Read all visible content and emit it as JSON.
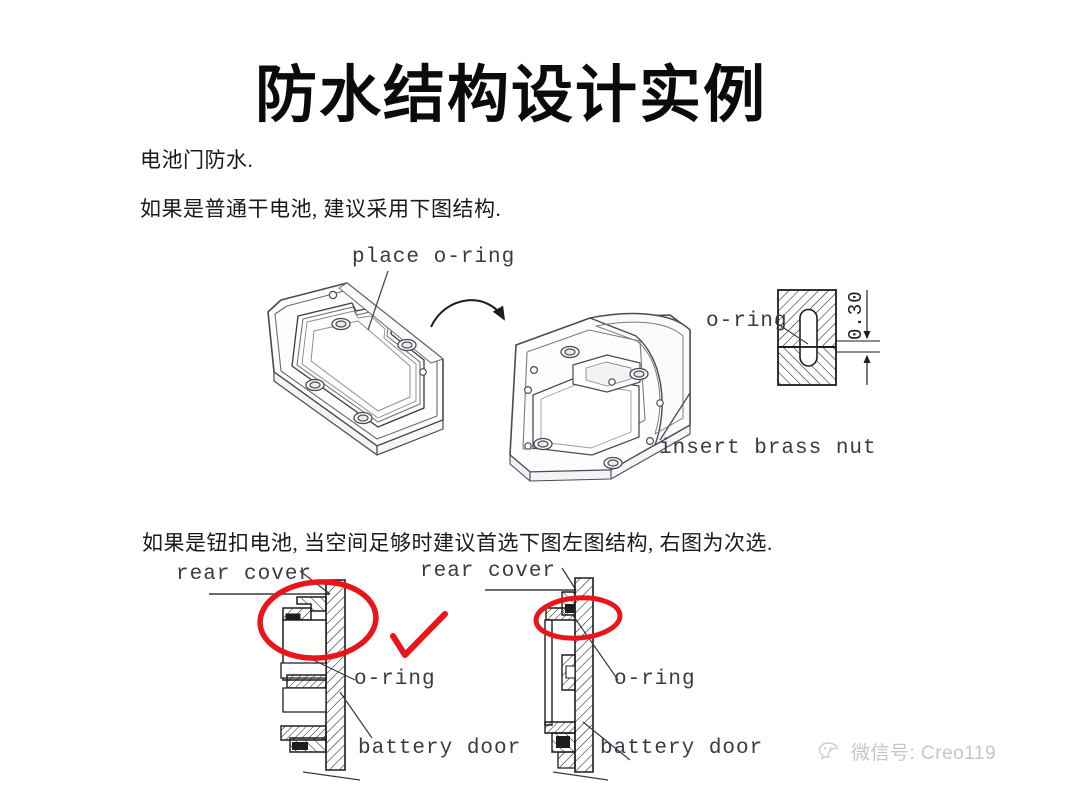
{
  "slide": {
    "title": "防水结构设计实例",
    "background_color": "#ffffff",
    "text_color": "#1a1a1a"
  },
  "body_text": {
    "line1": "电池门防水.",
    "line2": "如果是普通干电池, 建议采用下图结构.",
    "line3": "如果是钮扣电池, 当空间足够时建议首选下图左图结构, 右图为次选."
  },
  "figure_top": {
    "caption_place_oring": "place o-ring",
    "caption_insert_brass_nut": "insert brass nut",
    "detail": {
      "label_oring": "o-ring",
      "dimension": "0.30"
    }
  },
  "figure_bottom": {
    "left": {
      "label_rear_cover": "rear cover",
      "label_oring": "o-ring",
      "label_battery_door": "battery door",
      "annotation": "red-circle-and-check"
    },
    "right": {
      "label_rear_cover": "rear cover",
      "label_oring": "o-ring",
      "label_battery_door": "battery door",
      "annotation": "red-ellipse"
    }
  },
  "annotation_colors": {
    "red": "#e8161a",
    "line": "#3a3a46"
  },
  "watermark": {
    "icon": "wechat-icon",
    "text": "微信号: Creo119",
    "color": "#c2c2c8"
  }
}
